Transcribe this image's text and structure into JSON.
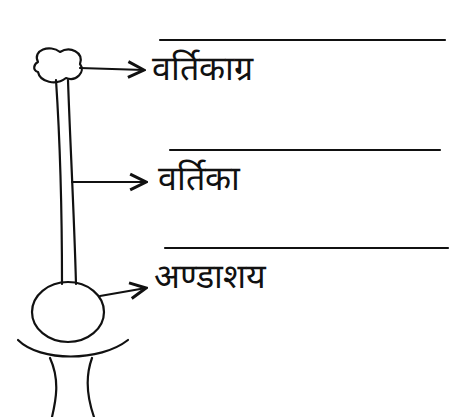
{
  "diagram": {
    "labels": [
      "वर्तिकाग्र",
      "वर्तिका",
      "अण्डाशय"
    ]
  }
}
